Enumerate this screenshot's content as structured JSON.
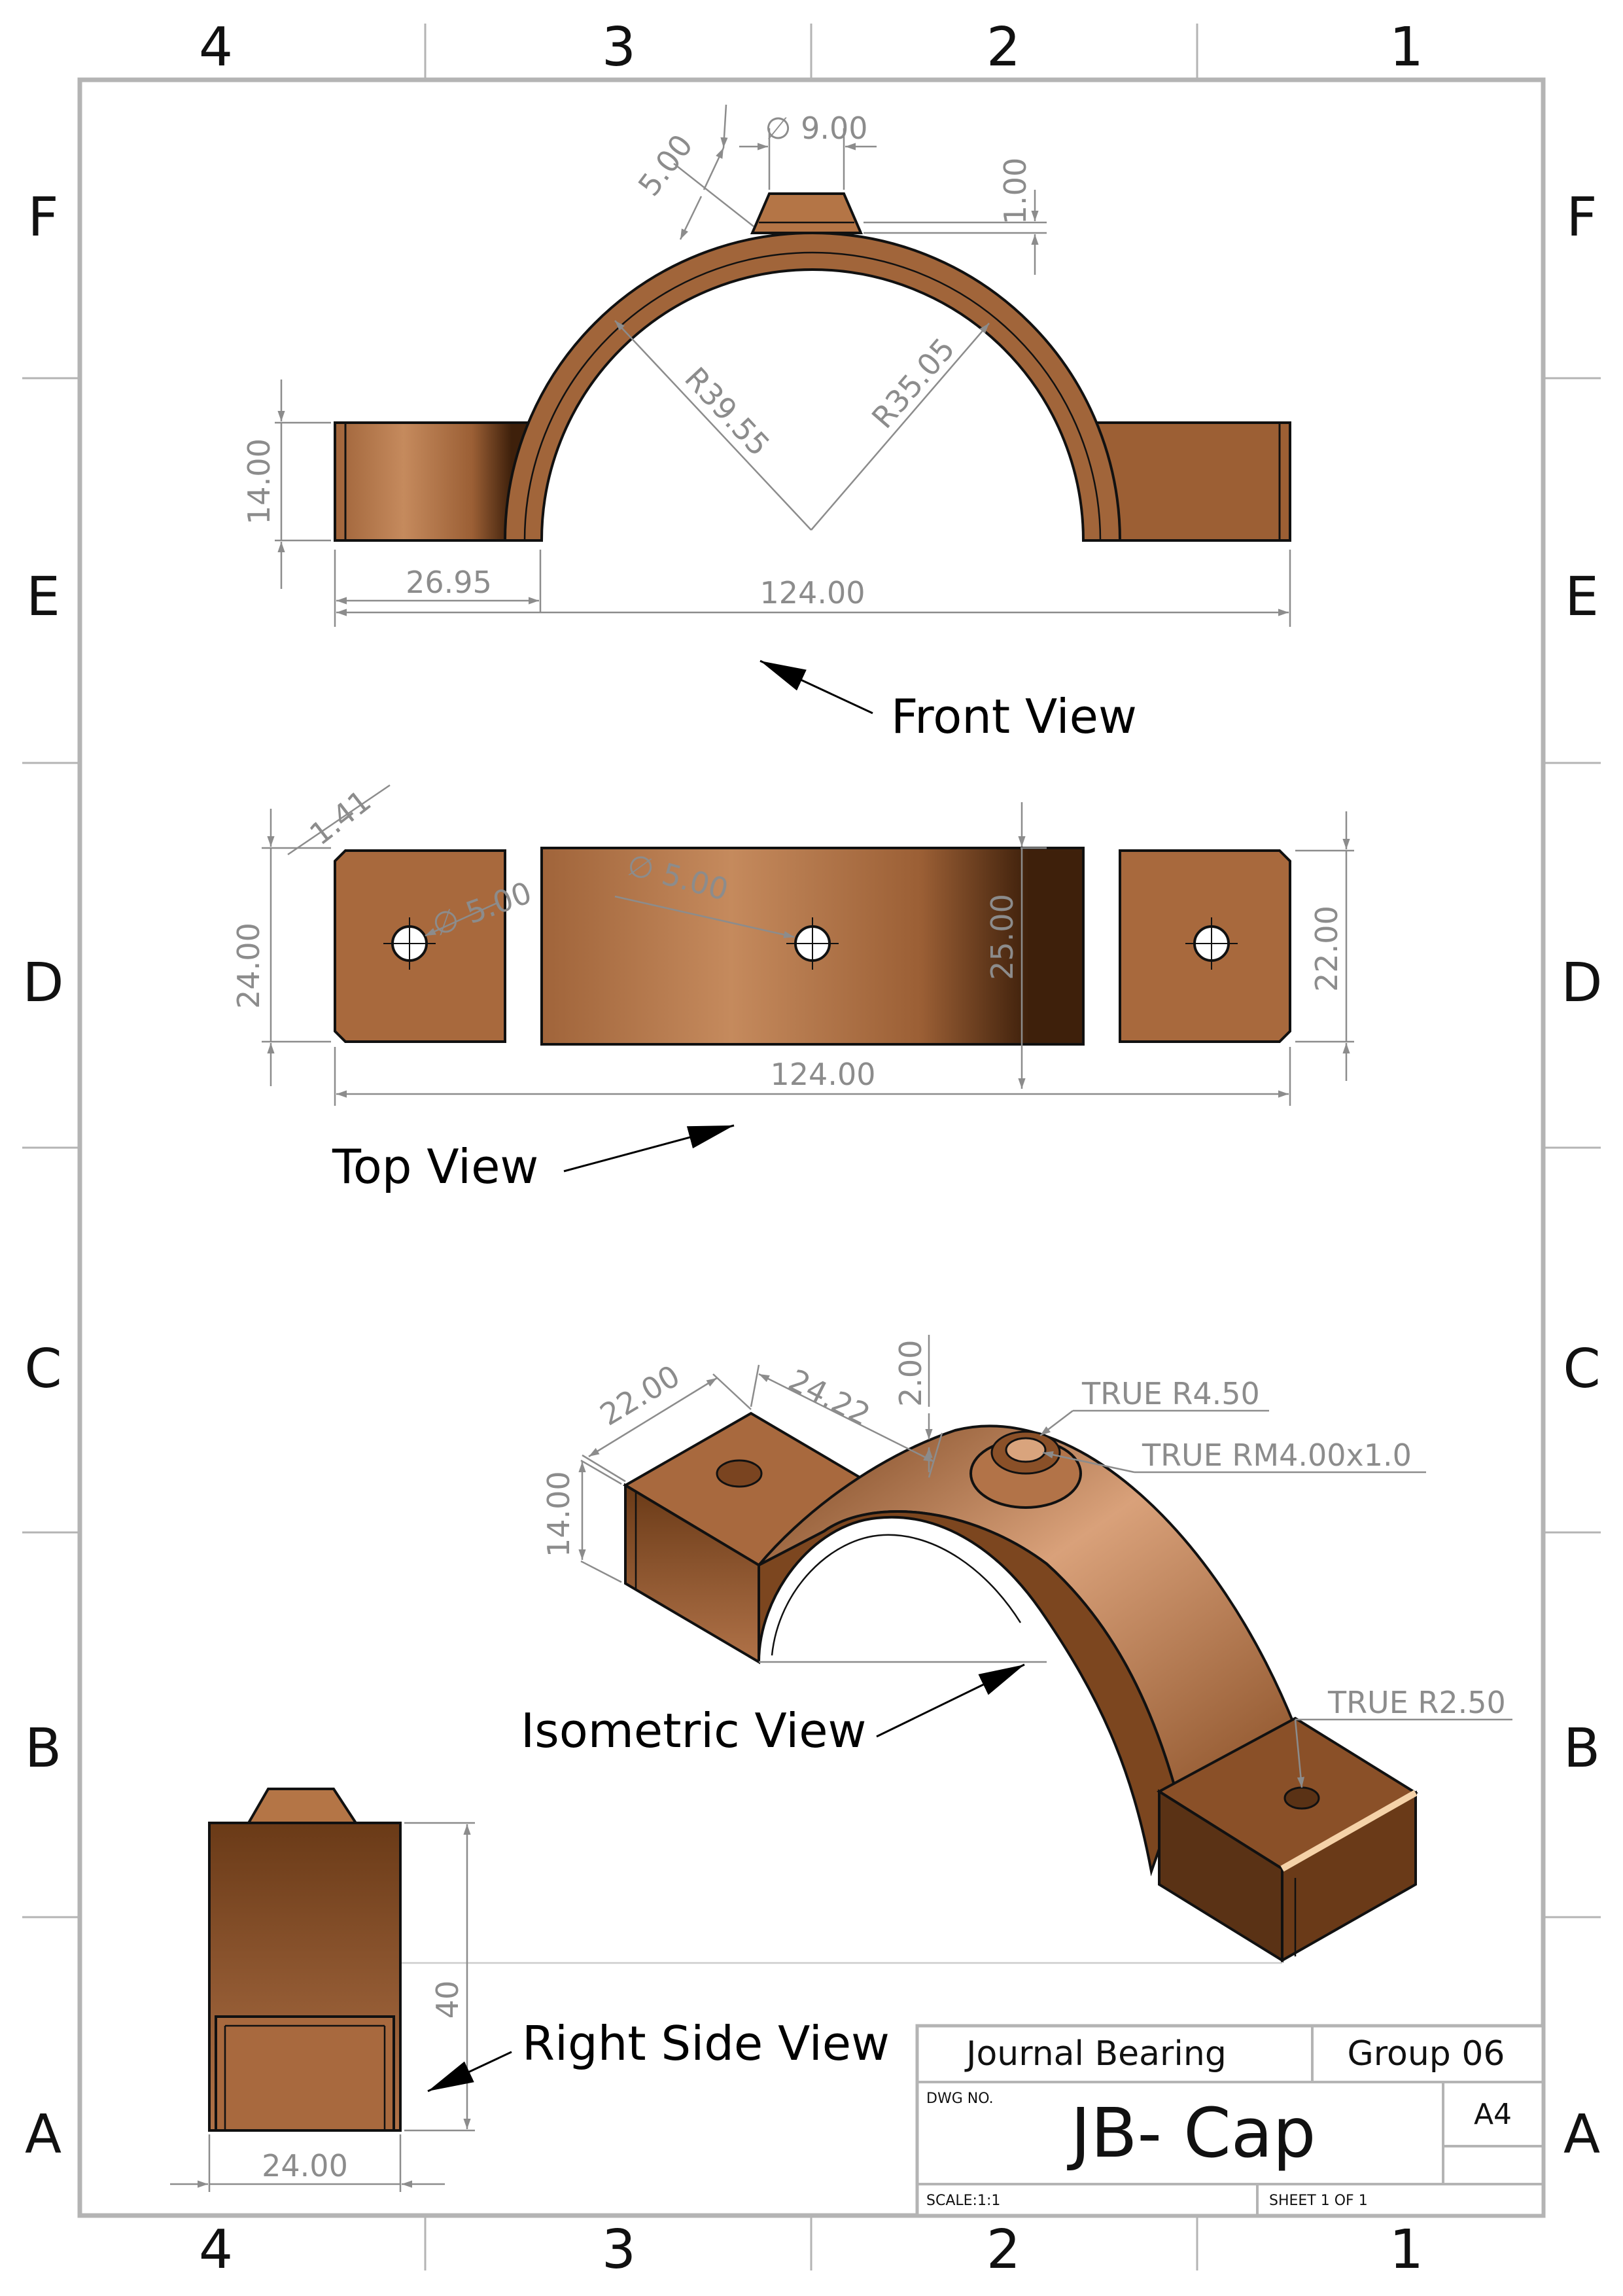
{
  "zone_labels": {
    "columns": [
      "4",
      "3",
      "2",
      "1"
    ],
    "rows": [
      "F",
      "E",
      "D",
      "C",
      "B",
      "A"
    ]
  },
  "views": {
    "front": "Front View",
    "top": "Top View",
    "isometric": "Isometric View",
    "right_side": "Right Side View"
  },
  "dimensions": {
    "front": {
      "chamfer": "5.00",
      "hole_dia": "∅ 9.00",
      "boss_height": "1.00",
      "outer_radius": "R39.55",
      "inner_radius": "R35.05",
      "flange_height": "14.00",
      "flange_length": "26.95",
      "overall_length": "124.00"
    },
    "top": {
      "corner_chamfer": "1.41",
      "side_hole_dia": "∅ 5.00",
      "center_hole_dia": "∅ 5.00",
      "arc_width": "25.00",
      "flange_width": "22.00",
      "overall_width": "24.00",
      "overall_length": "124.00"
    },
    "isometric": {
      "flange_width": "22.00",
      "flange_length": "24.22",
      "boss_height": "2.00",
      "flange_height": "14.00",
      "counterbore_radius": "TRUE R4.50",
      "thread": "TRUE RM4.00x1.0",
      "hole_radius": "TRUE R2.50"
    },
    "right_side": {
      "height": "40",
      "width": "24.00"
    }
  },
  "title_block": {
    "project": "Journal Bearing",
    "group": "Group 06",
    "dwg_no_label": "DWG NO.",
    "title": "JB- Cap",
    "size": "A4",
    "scale": "SCALE:1:1",
    "sheet": "SHEET 1 OF 1"
  },
  "colors": {
    "copper_light": "#c9875a",
    "copper_mid": "#a4673c",
    "copper_dark": "#5a3215",
    "line": "#111111",
    "dimension": "#8c8c8c",
    "border": "#b4b4b4"
  }
}
